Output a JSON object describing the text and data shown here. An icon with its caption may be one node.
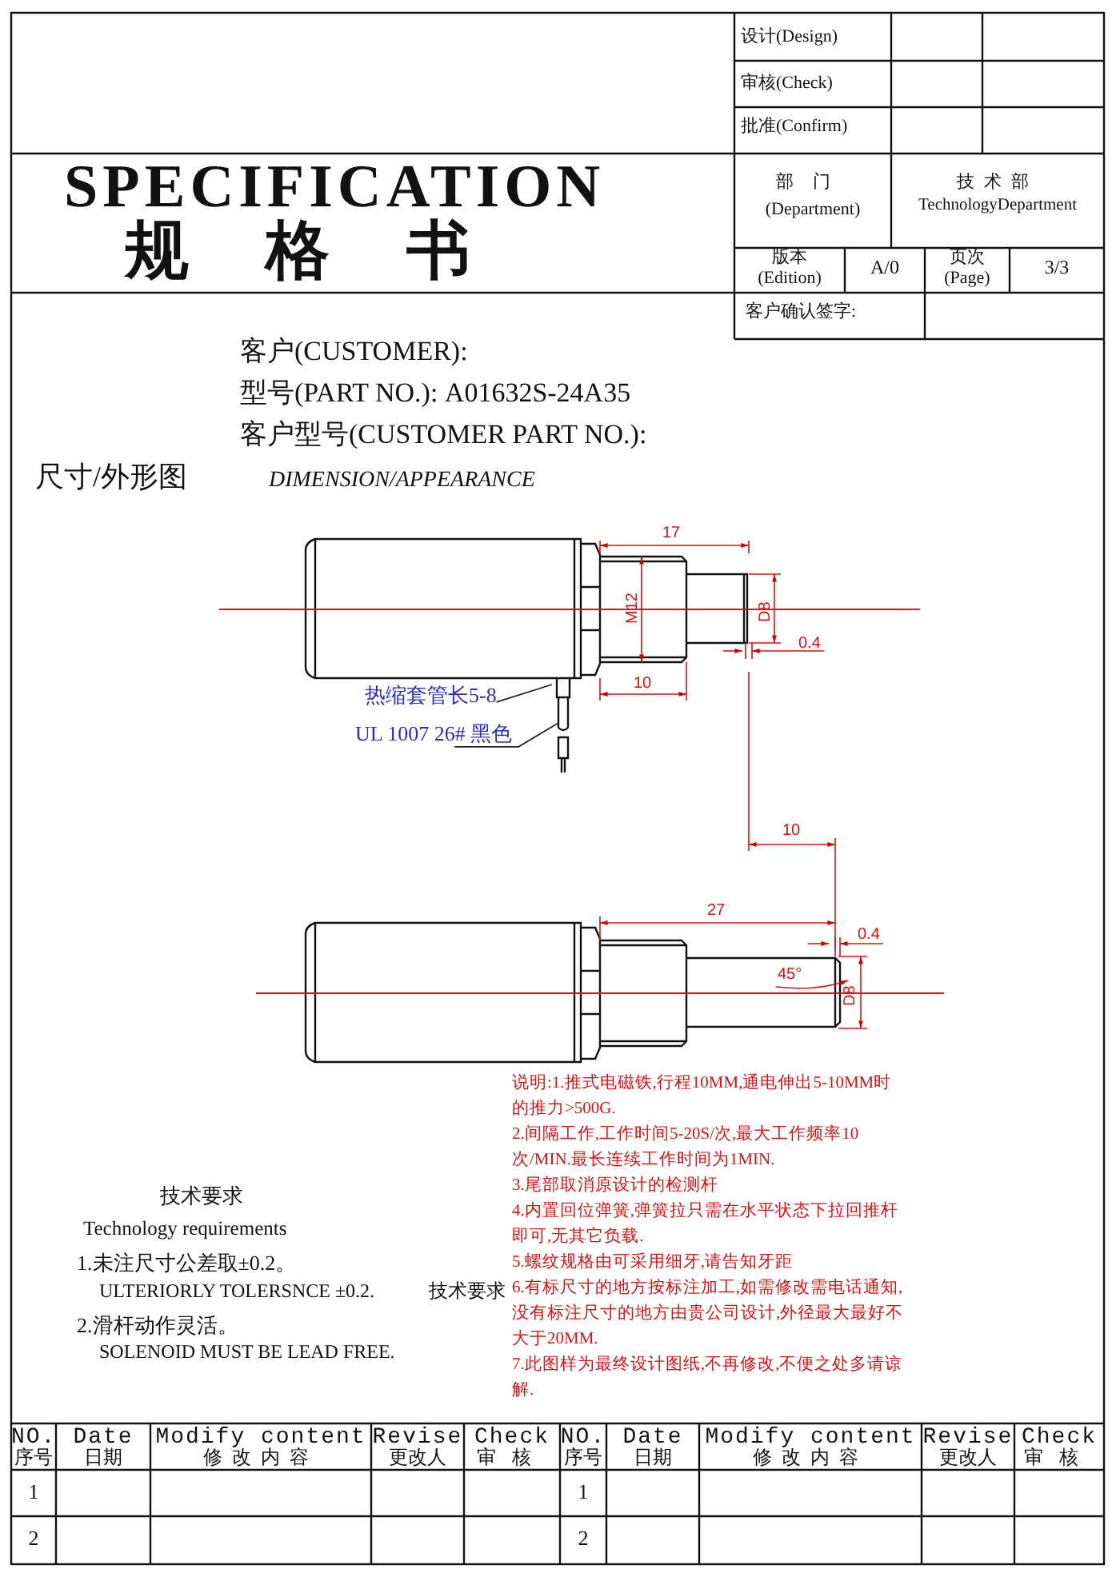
{
  "diagram": {
    "title": "SPECIFICATION",
    "nodes": [
      {
        "text": [
          "热缩套管长5-8"
        ]
      },
      {
        "text": [
          "UL 1007 26# 黑色"
        ]
      }
    ],
    "edges": [
      {
        "from": 0,
        "to": null,
        "arrow": "none"
      },
      {
        "from": 1,
        "to": null,
        "arrow": "none"
      }
    ],
    "labels": [
      "规格书",
      "设计(Design)",
      "审核(Check)",
      "批准(Confirm)",
      "部门",
      "(Department)",
      "技术部",
      "TechnologyDepartment",
      "版本",
      "(Edition)",
      "A/0",
      "页次",
      "(Page)",
      "3/3",
      "客户确认签字:",
      "客户(CUSTOMER):",
      "型号(PART NO.): A01632S-24A35",
      "客户型号(CUSTOMER PART NO.):",
      "尺寸/外形图",
      "DIMENSION/APPEARANCE",
      "17",
      "M12",
      "D8",
      "0.4",
      "10",
      "10",
      "27",
      "0.4",
      "45°",
      "D8",
      "说明:1.推式电磁铁,行程10MM,通电伸出5-10MM时的推力>500G.",
      "2.间隔工作,工作时间5-20S/次,最大工作频率10次/MIN.最长连续工作时间为1MIN.",
      "3.尾部取消原设计的检测杆",
      "4.内置回位弹簧,弹簧拉只需在水平状态下拉回推杆即可,无其它负载.",
      "5.螺纹规格由可采用细牙,请告知牙距",
      "6.有标尺寸的地方按标注加工,如需修改需电话通知,没有标注尺寸的地方由贵公司设计,外径最大最好不大于20MM.",
      "7.此图样为最终设计图纸,不再修改,不便之处多请谅解.",
      "技术要求",
      "Technology  requirements",
      "1.未注尺寸公差取±0.2。",
      "ULTERIORLY TOLERSNCE ±0.2.",
      "技术要求",
      "2.滑杆动作灵活。",
      "SOLENOID MUST BE LEAD FREE.",
      "NO.",
      "序号",
      "Date",
      "日期",
      "Modify content",
      "修改内容",
      "Revise",
      "更改人",
      "Check",
      "审核",
      "NO.",
      "序号",
      "Date",
      "日期",
      "Modify content",
      "修改内容",
      "Revise",
      "更改人",
      "Check",
      "审核",
      "1",
      "1",
      "2",
      "2"
    ]
  }
}
